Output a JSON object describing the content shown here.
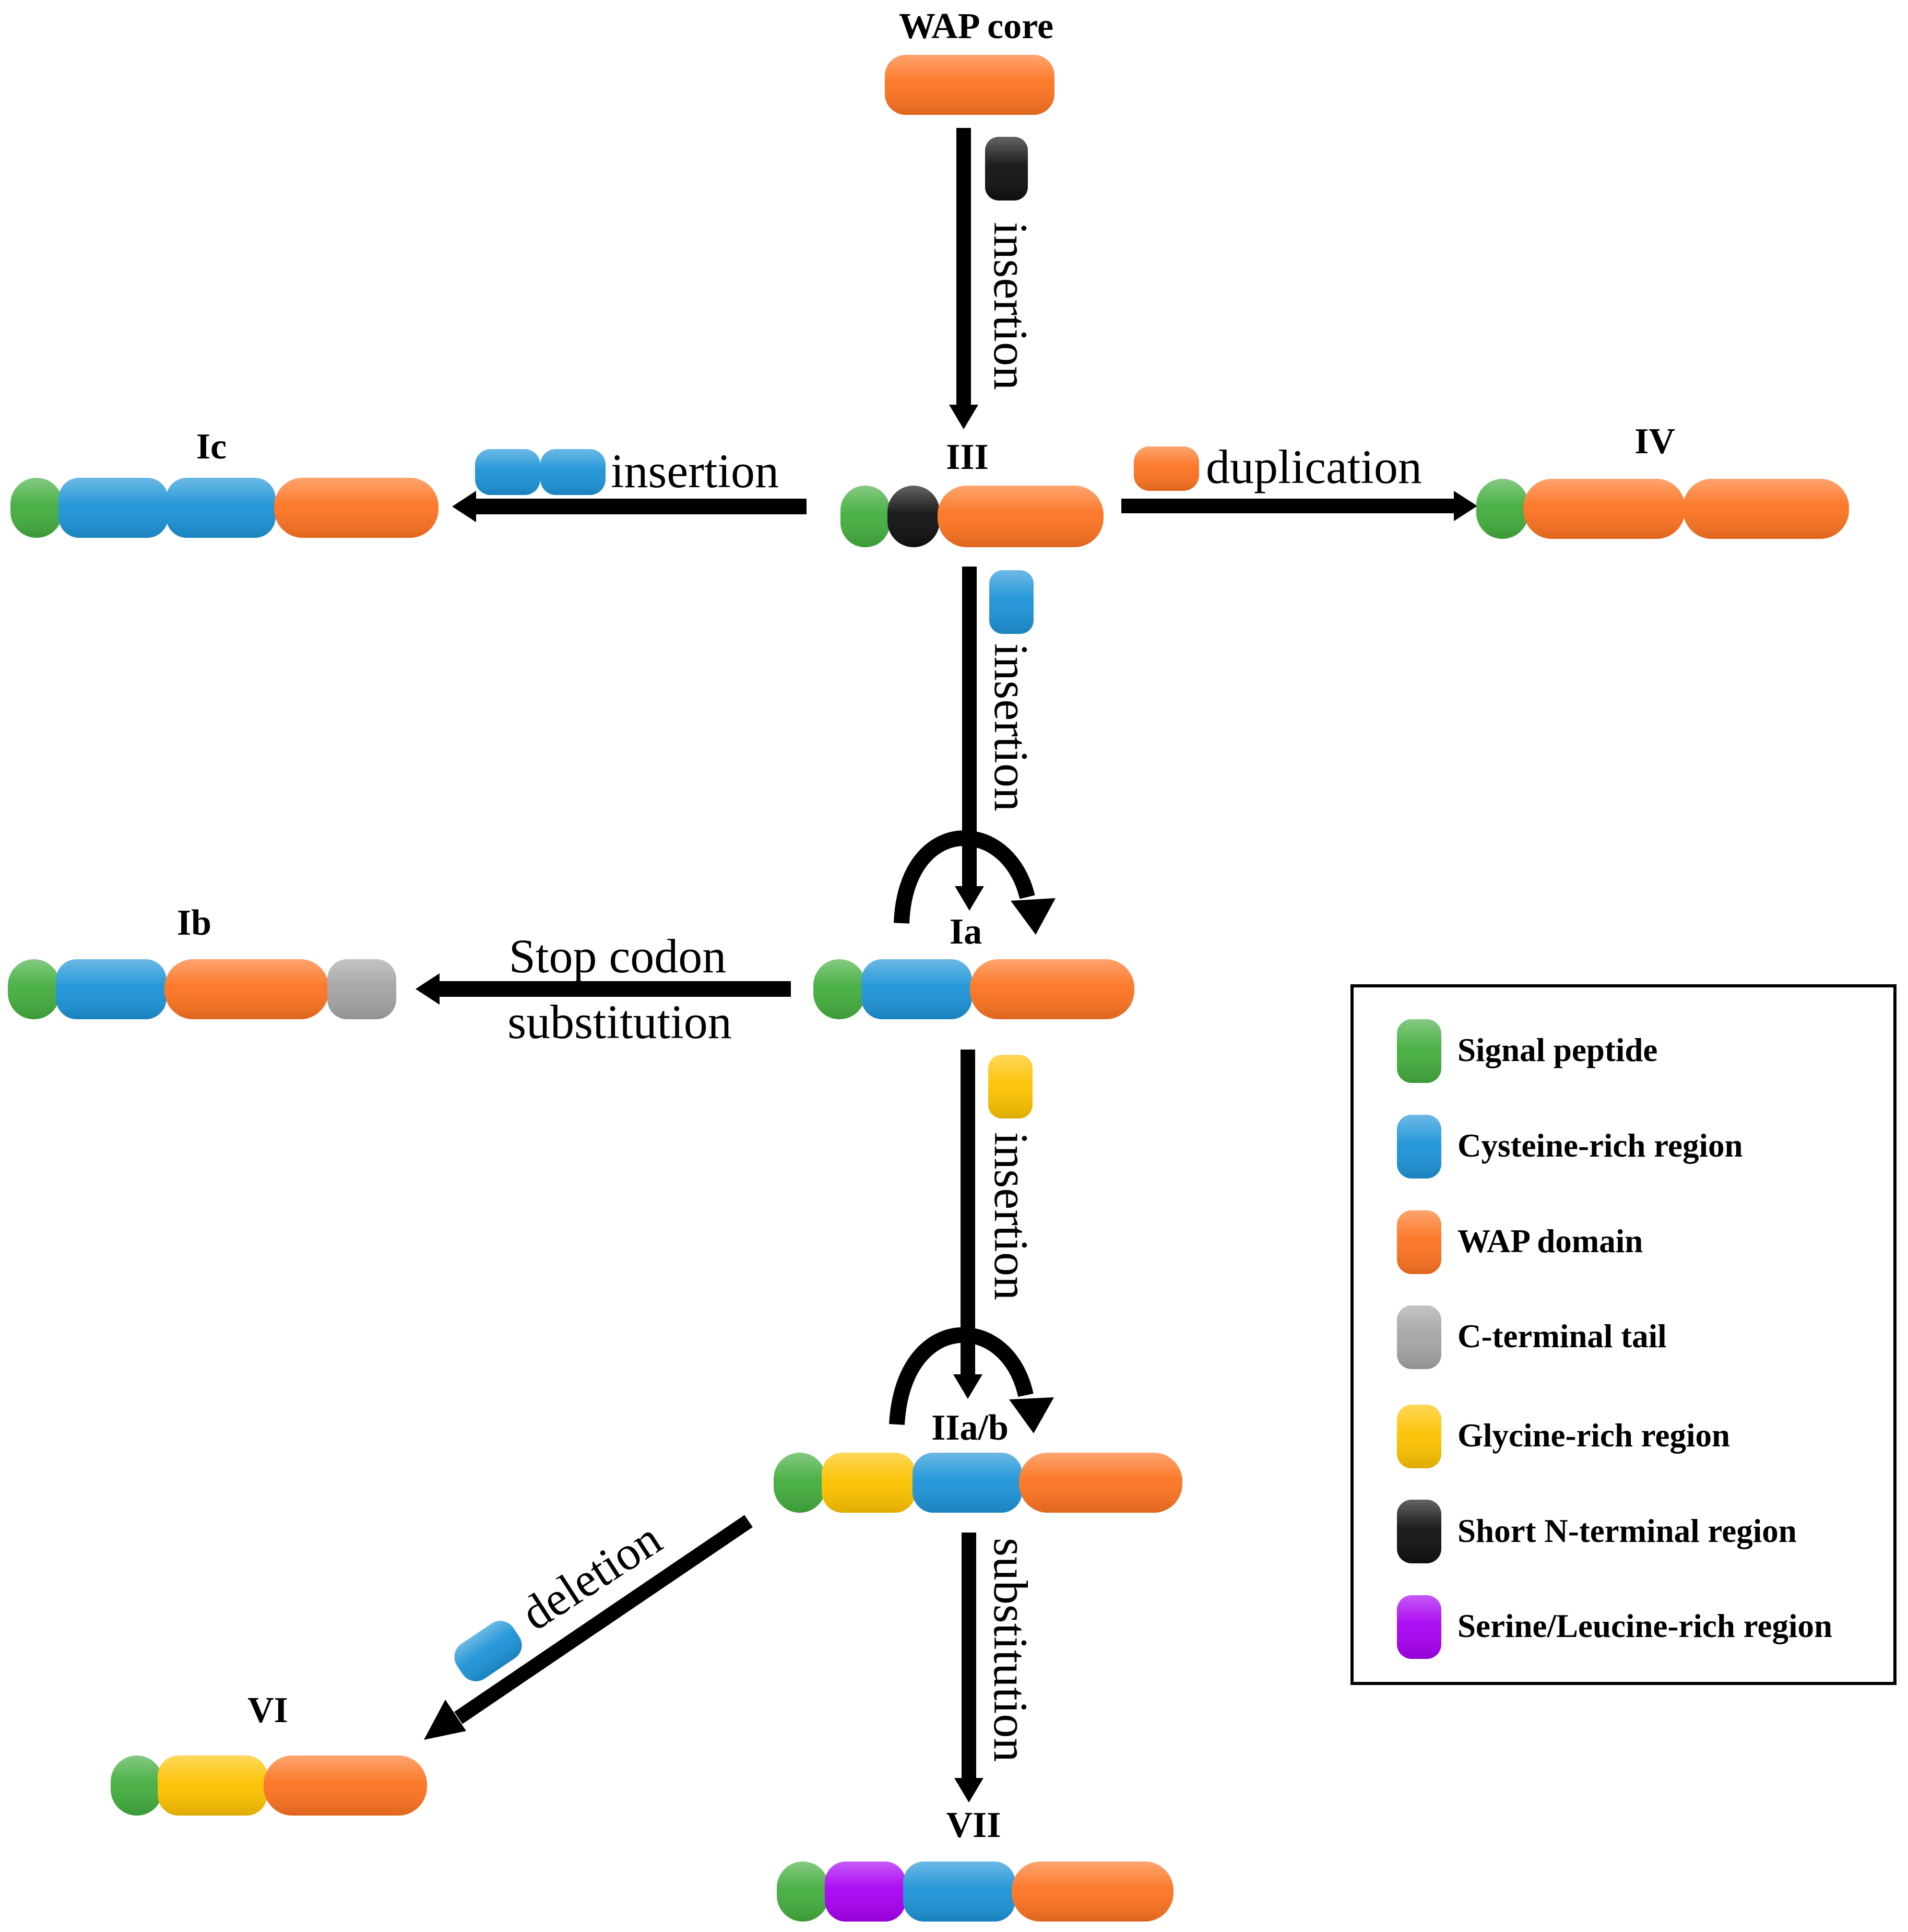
{
  "colors": {
    "signal": "#43ad3e",
    "cysteine": "#1d93d7",
    "wap": "#fc7321",
    "cterm": "#a4a4a4",
    "glycine": "#fdc200",
    "nterm": "#111111",
    "serleu": "#a800f2"
  },
  "nodes": {
    "wap_core": {
      "label": "WAP core"
    },
    "III": {
      "label": "III"
    },
    "Ic": {
      "label": "Ic"
    },
    "IV": {
      "label": "IV"
    },
    "Ia": {
      "label": "Ia"
    },
    "Ib": {
      "label": "Ib"
    },
    "IIab": {
      "label": "IIa/b"
    },
    "VI": {
      "label": "VI"
    },
    "VII": {
      "label": "VII"
    }
  },
  "edges": {
    "core_to_III": {
      "label": "insertion"
    },
    "III_to_Ic": {
      "label": "insertion"
    },
    "III_to_IV": {
      "label": "duplication"
    },
    "III_to_Ia": {
      "label": "insertion"
    },
    "Ia_to_Ib": {
      "label_line1": "Stop codon",
      "label_line2": "substitution"
    },
    "Ia_to_IIab": {
      "label": "insertion"
    },
    "IIab_to_VI": {
      "label": "deletion"
    },
    "IIab_to_VII": {
      "label": "substitution"
    }
  },
  "legend": {
    "items": [
      {
        "label": "Signal peptide",
        "color": "#43ad3e"
      },
      {
        "label": "Cysteine-rich region",
        "color": "#1d93d7"
      },
      {
        "label": "WAP domain",
        "color": "#fc7321"
      },
      {
        "label": "C-terminal tail",
        "color": "#a4a4a4"
      },
      {
        "label": "Glycine-rich region",
        "color": "#fdc200"
      },
      {
        "label": "Short N-terminal region",
        "color": "#111111"
      },
      {
        "label": "Serine/Leucine-rich region",
        "color": "#a800f2"
      }
    ]
  }
}
